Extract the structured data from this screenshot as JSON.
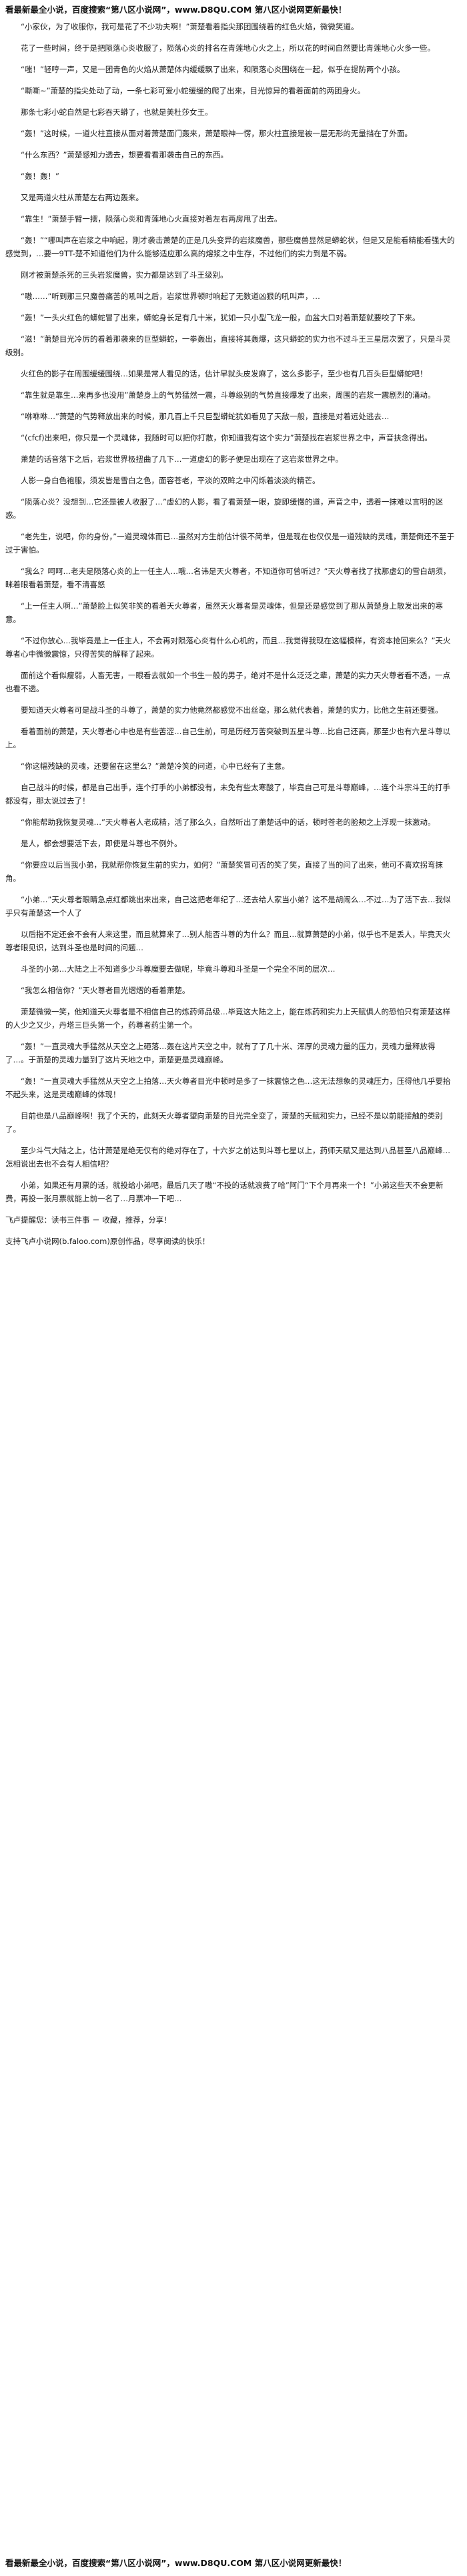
{
  "header": {
    "banner": "看最新最全小说，百度搜索“第八区小说网”，www.D8QU.COM 第八区小说网更新最快！"
  },
  "paragraphs": [
    "“小家伙，为了收服你，我可是花了不少功夫啊！”萧楚看着指尖那团围绕着的红色火焰，微微笑道。",
    "花了一些时间，终于是把陨落心炎收服了，陨落心炎的排名在青莲地心火之上，所以花的时间自然要比青莲地心火多一些。",
    "“嗤！”轻哼一声，又是一团青色的火焰从萧楚体内缓缓飘了出来，和陨落心炎围绕在一起，似乎在提防两个小孩。",
    "“嘶嘶~”萧楚的指尖处动了动，一条七彩可爱小蛇缓缓的爬了出来，目光惊异的看着面前的两团身火。",
    "那条七彩小蛇自然是七彩吞天蟒了，也就是美杜莎女王。",
    "“轰！”这时候，一道火柱直接从面对着萧楚面门轰来，萧楚眼神一愣，那火柱直接是被一层无形的无量挡在了外面。",
    "“什么东西？”萧楚感知力透去，想要看看那袭击自己的东西。",
    "“轰！轰！”",
    "又是两道火柱从萧楚左右两边轰来。",
    "“靠生！”萧楚手臂一摆，陨落心炎和青莲地心火直接对着左右两房甩了出去。",
    "“轰！”“哪叫声在岩浆之中响起，刚才袭击萧楚的正是几头变异的岩浆魔兽，那些魔兽显然是蟒蛇状，但是又是能看精能看强大的感觉到，…要一9TT-楚不知道他们为什么能够适应那么高的熔浆之中生存，不过他们的实力到是不弱。",
    "刚才被萧楚杀死的三头岩浆魔兽，实力都是达到了斗王级别。",
    "“嗷……”听到那三只魔兽痛苦的吼叫之后，岩浆世界顿时响起了无数道凶狠的吼叫声，…",
    "“轰！”一头火红色的蟒蛇冒了出来，蟒蛇身长足有几十米，犹如一只小型飞龙一般，血盆大口对着萧楚就要咬了下来。",
    "“滋！”萧楚目光冷厉的看着那袭来的巨型蟒蛇，一拳轰出，直接将其轰爆，这只蟒蛇的实力也不过斗王三星层次罢了，只是斗灵级别。",
    "火红色的影子在周围缓缓围绕…如果是常人看见的话，估计早就头皮发麻了，这么多影子，至少也有几百头巨型蟒蛇吧！",
    "“靠生就是靠生…来再多也没用”萧楚身上的气势猛然一震，斗尊级别的气势直接爆发了出来，周围的岩浆一震剧烈的涌动。",
    "“咻咻咻…”萧楚的气势释放出来的时候，那几百上千只巨型蟒蛇犹如看见了天敌一般，直接是对着远处逃去…",
    "“(cfcf)出来吧，你只是一个灵魂体，我随时可以把你打散，你知道我有这个实力”萧楚找在岩浆世界之中，声音扶念得出。",
    "萧楚的话音落下之后，岩浆世界极扭曲了几下…一道虚幻的影子便是出现在了这岩浆世界之中。",
    "人影一身白色袍服，须发皆是雪白之色，面容苍老，平淡的双眸之中闪烁着淡淡的精芒。",
    "“陨落心炎？没想到…它还是被人收服了…”虚幻的人影，看了看萧楚一眼，旋即缓慢的道，声音之中，透着一抹难以言明的迷惑。",
    "“老先生，说吧，你的身份，”一道灵魂体而已…虽然对方生前估计很不简单，但是现在也仅仅是一道残缺的灵魂，萧楚倒还不至于过于害怕。",
    "“我么？呵呵…老夫是陨落心炎的上一任主人…哦…名讳是天火尊者，不知道你可曾听过？”天火尊者找了找那虚幻的雪白胡须，眯着眼看着萧楚，看不清喜怒",
    "“上一任主人啊…”萧楚脸上似笑非笑的看着天火尊者，虽然天火尊者是灵魂体，但是还是感觉到了那从萧楚身上散发出来的寒意。",
    "“不过你放心…我毕竟是上一任主人，不会再对陨落心炎有什么心机的，而且…我觉得我现在这幅模样，有资本抢回来么？”天火尊者心中微微震惊，只得苦笑的解释了起来。",
    "面前这个看似瘦弱，人畜无害，一眼看去就如一个书生一般的男子，绝对不是什么泛泛之辈，萧楚的实力天火尊者看不透，一点也看不透。",
    "要知道天火尊者可是战斗圣的斗尊了，萧楚的实力他竟然都感觉不出丝毫，那么就代表着，萧楚的实力，比他之生前还要强。",
    "看着面前的萧楚，天火尊者心中也是有些苦涩…自己生前，可是历经万苦突破到五星斗尊…比自己还高，那至少也有六星斗尊以上。",
    "“你这幅残缺的灵魂，还要留在这里么？”萧楚冷笑的问道，心中已经有了主意。",
    "自己战斗的时候，都是自己出手，连个打手的小弟都没有，未免有些太寒酸了，毕竟自己可是斗尊巅峰，…连个斗宗斗王的打手都没有，那太说过去了！",
    "“你能帮助我恢复灵魂…”天火尊者人老成精，活了那么久，自然听出了萧楚话中的话，顿时苍老的脸颊之上浮现一抹激动。",
    "是人，都会想要活下去，即使是斗尊也不例外。",
    "“你要应以后当我小弟，我就帮你恢复生前的实力，如何？”萧楚笑冒可否的笑了笑，直接了当的问了出来，他可不喜欢拐弯抹角。",
    "“小弟…”天火尊者眼睛急点红都跳出来出来，自己这把老年纪了…还去给人家当小弟？这不是胡闹么…不过…为了活下去…我似乎只有萧楚这一个人了",
    "以后指不定还会不会有人来这里，而且就算来了…别人能否斗尊的为什么？而且…就算萧楚的小弟，似乎也不是丢人，毕竟天火尊者眼见识，达到斗圣也是时间的问题…",
    "斗圣的小弟…大陆之上不知道多少斗尊魔要去做呢，毕竟斗尊和斗圣是一个完全不同的层次…",
    "“我怎么相信你？”天火尊者目光熠熠的看着萧楚。",
    "萧楚微微一笑，他知道天火尊者是不相信自己的炼药师品级…毕竟这大陆之上，能在炼药和实力上天赋俱人的恐怕只有萧楚这样的人少之又少，丹塔三巨头第一个，药尊者药尘第一个。",
    "“轰！”一直灵魂大手猛然从天空之上砸落…轰在这片天空之中，就有了了几十米、浑厚的灵魂力量的压力，灵魂力量释放得了…。于萧楚的灵魂力量到了这片天地之中，萧楚更是灵魂巅峰。",
    "“轰！”一直灵魂大手猛然从天空之上拍落…天火尊者目光中顿时是多了一抹震惊之色…这无法想象的灵魂压力，压得他几乎要抬不起头来，这是灵魂巅峰的体现！",
    "目前也是八品巅峰啊！我了个天的，此刻天火尊者望向萧楚的目光完全变了，萧楚的天赋和实力，已经不是以前能接触的类别了。",
    "至少斗气大陆之上，估计萧楚是绝无仅有的绝对存在了，十六岁之前达到斗尊七星以上，药师天赋又是达到八品甚至八品巅峰…怎相说出去也不会有人相信吧？",
    "小弟，如果还有月票的话，就投给小弟吧，最后几天了嗷“不投的话就浪费了哈”阿门“下个月再来一个！”小弟这些天不会更新费，再投一张月票就能上前一名了…月票冲一下吧…",
    "飞卢提醒您：读书三件事 － 收藏，推荐，分享！",
    "支持飞卢小说网(b.faloo.com)原创作品，尽享阅读的快乐！"
  ],
  "footer": {
    "banner": "看最新最全小说，百度搜索“第八区小说网”，www.D8QU.COM 第八区小说网更新最快！"
  }
}
